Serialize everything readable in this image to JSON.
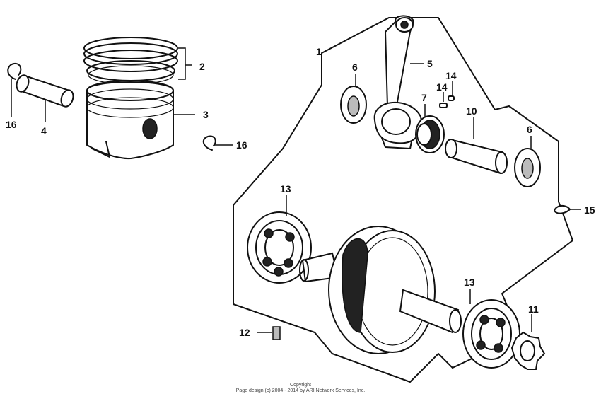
{
  "callouts": {
    "c1": "1",
    "c2": "2",
    "c3": "3",
    "c4": "4",
    "c5": "5",
    "c6a": "6",
    "c6b": "6",
    "c7": "7",
    "c10": "10",
    "c11": "11",
    "c12": "12",
    "c13a": "13",
    "c13b": "13",
    "c14a": "14",
    "c14b": "14",
    "c15": "15",
    "c16a": "16",
    "c16b": "16"
  },
  "footer": {
    "line1": "Copyright",
    "line2": "Page design (c) 2004 - 2014 by ARI Network Services, Inc."
  },
  "colors": {
    "ink": "#111111",
    "background": "#ffffff"
  }
}
